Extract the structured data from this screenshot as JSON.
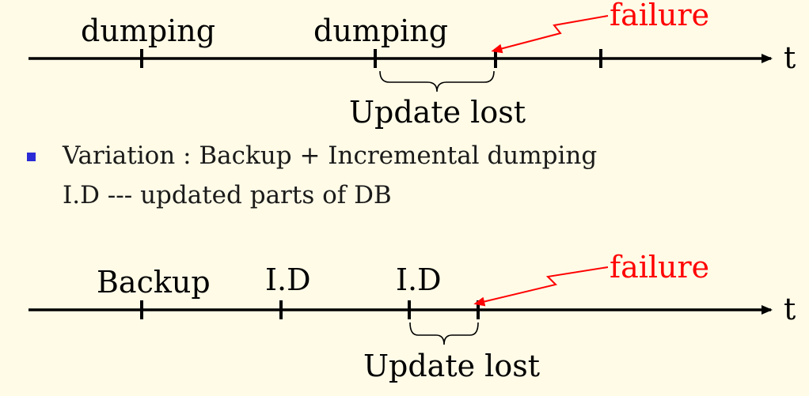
{
  "timeline1": {
    "labels": [
      "dumping",
      "dumping"
    ],
    "failure": "failure",
    "axis": "t",
    "lost": "Update lost"
  },
  "bullet": {
    "line1": "Variation : Backup + Incremental dumping",
    "line2": "I.D --- updated parts of DB"
  },
  "timeline2": {
    "labels": [
      "Backup",
      "I.D",
      "I.D"
    ],
    "failure": "failure",
    "axis": "t",
    "lost": "Update lost"
  },
  "colors": {
    "background": "#fffbe7",
    "failure": "#ff0000",
    "bullet": "#2b2bd6",
    "line": "#000000"
  }
}
